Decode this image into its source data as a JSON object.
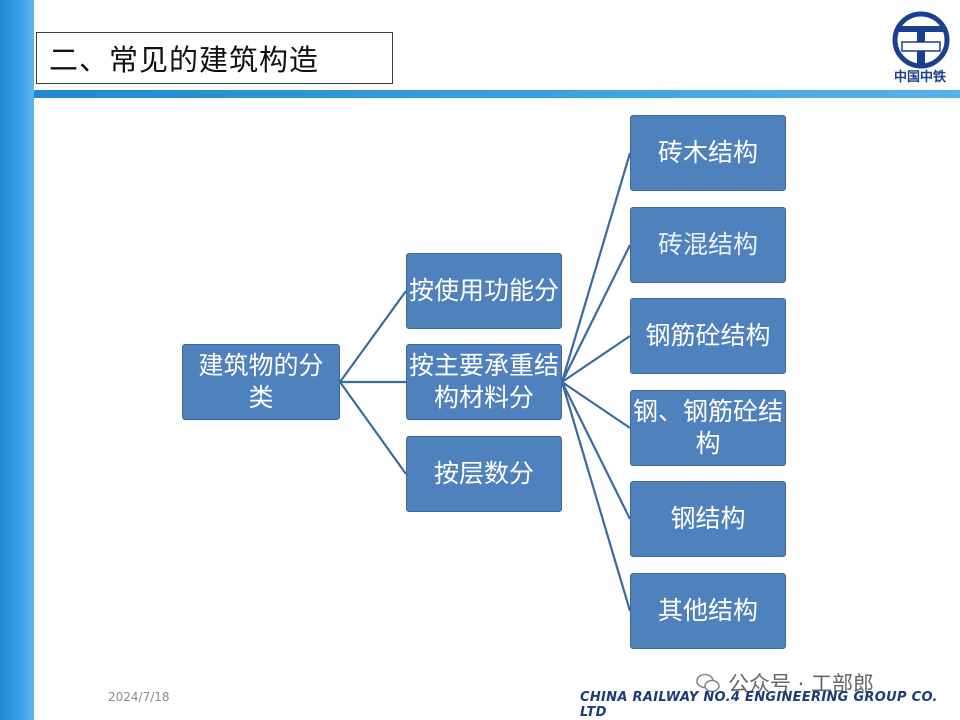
{
  "title": "二、常见的建筑构造",
  "logo_text": "中国中铁",
  "root": "建筑物的分类",
  "level1": [
    "按使用功能分",
    "按主要承重结构材料分",
    "按层数分"
  ],
  "level2": [
    "砖木结构",
    "砖混结构",
    "钢筋砼结构",
    "钢、钢筋砼结构",
    "钢结构",
    "其他结构"
  ],
  "footer": {
    "date": "2024/7/18",
    "company": "CHINA RAILWAY NO.4 ENGINEERING  GROUP CO. LTD",
    "watermark": "公众号 · 工部郎"
  },
  "colors": {
    "node_fill": "#4f81bd",
    "connector": "#3c6a9e",
    "accent_blue": "#1e88d2"
  }
}
